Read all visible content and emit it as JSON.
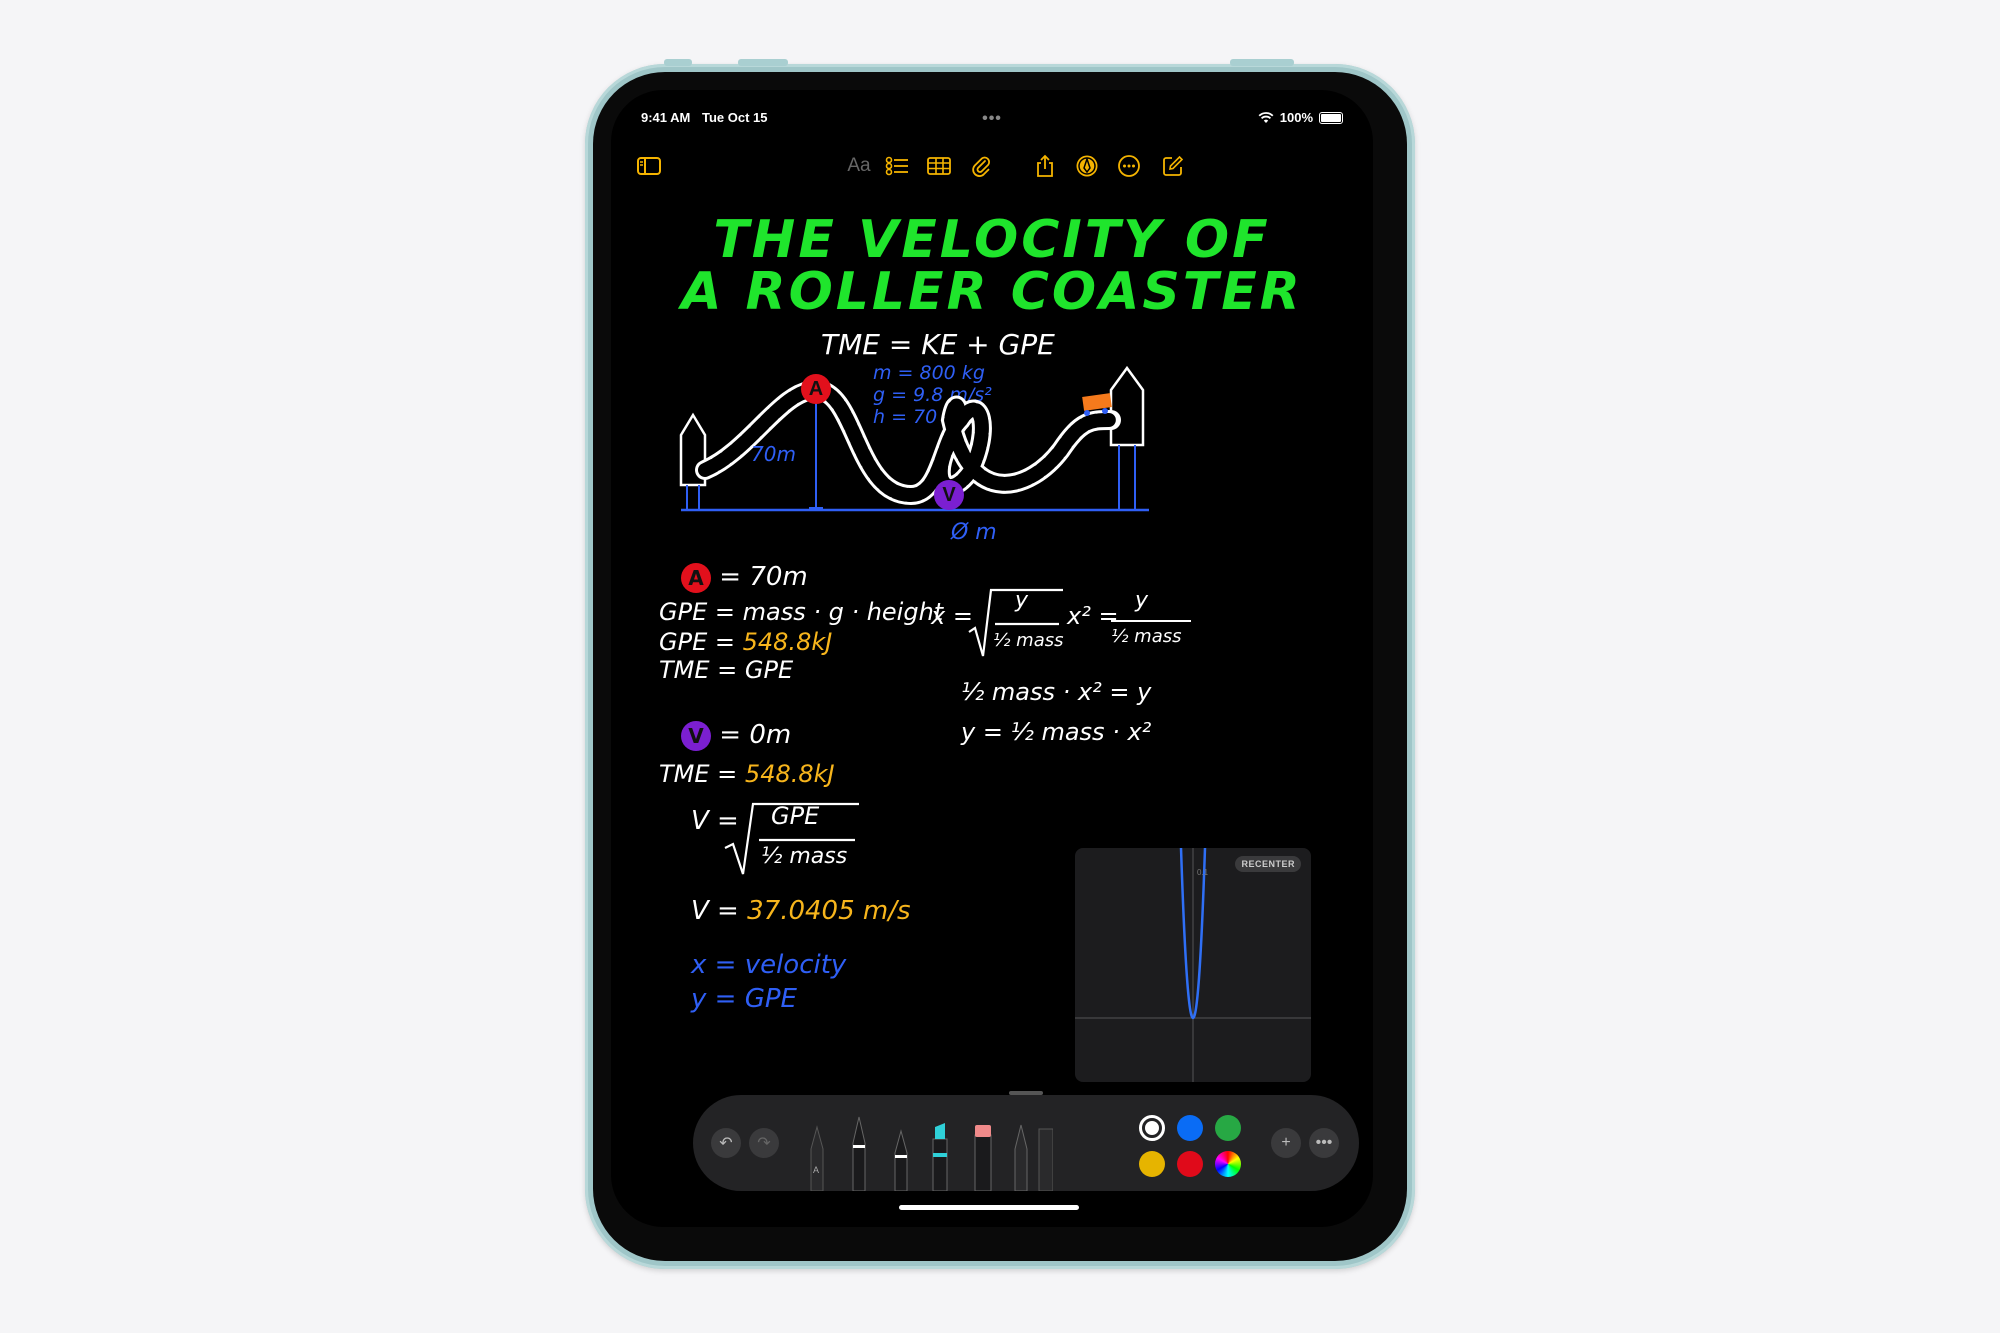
{
  "status_bar": {
    "time": "9:41 AM",
    "date": "Tue Oct 15",
    "battery": "100%"
  },
  "toolbar": {
    "format_label": "Aa"
  },
  "note": {
    "title_line1": "THE VELOCITY OF",
    "title_line2": "A ROLLER COASTER",
    "equation": "TME = KE + GPE",
    "givens": [
      "m = 800 kg",
      "g = 9.8 m/s²",
      "h = 70 m"
    ],
    "diagram": {
      "point_a": "A",
      "point_v": "V",
      "height_label": "70m",
      "ground_label": "Ø m"
    },
    "left_work": {
      "a_label": "A",
      "a_eq": "= 70m",
      "gpe_def": "GPE = mass · g · height",
      "gpe_prefix": "GPE =",
      "gpe_value": "548.8kJ",
      "tme_gpe": "TME = GPE",
      "v_label": "V",
      "v_eq": "= 0m",
      "tme_prefix": "TME =",
      "tme_value": "548.8kJ",
      "v_prefix": "V =",
      "v_num": "GPE",
      "v_den": "½ mass",
      "v_result_prefix": "V =",
      "v_result": "37.0405 m/s",
      "def_x": "x = velocity",
      "def_y": "y = GPE"
    },
    "right_work": {
      "x_prefix": "x =",
      "x_num": "y",
      "x_den": "½ mass",
      "x2_prefix": "x² =",
      "x2_num": "y",
      "x2_den": "½ mass",
      "line3": "½ mass · x² = y",
      "line4": "y = ½ mass · x²"
    },
    "graph": {
      "recenter_label": "RECENTER",
      "y_tick": "0.1"
    }
  },
  "palette": {
    "colors": [
      "#ffffff",
      "#0a6cf5",
      "#27a844",
      "#e6b400",
      "#e00a1a"
    ],
    "pen_tip_colors": {
      "marker": "#2fd0d8",
      "eraser": "#f08a8a"
    }
  }
}
